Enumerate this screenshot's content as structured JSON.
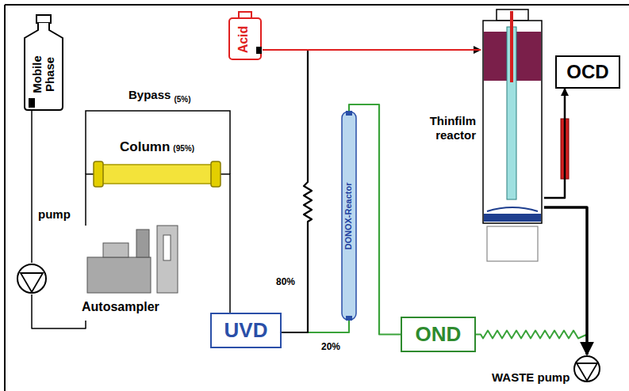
{
  "diagram": {
    "nodes": [
      {
        "text": [
          "Mobile Phase"
        ]
      },
      {
        "text": [
          "pump"
        ]
      },
      {
        "text": [
          "Autosampler"
        ]
      },
      {
        "text": [
          "Column",
          "(95%)"
        ]
      },
      {
        "text": [
          "UVD"
        ]
      },
      {
        "text": [
          "Acid"
        ]
      },
      {
        "text": [
          "DONOX-Reactor"
        ]
      },
      {
        "text": [
          "OND"
        ]
      },
      {
        "text": [
          "Thinfilm reactor"
        ]
      },
      {
        "text": [
          "OCD"
        ]
      },
      {
        "text": [
          "WASTE pump"
        ]
      }
    ],
    "edges": [
      {
        "from": 0,
        "to": 1,
        "arrow": "none"
      },
      {
        "from": 1,
        "to": 2,
        "arrow": "none"
      },
      {
        "from": 2,
        "to": 3,
        "arrow": "none"
      },
      {
        "from": 3,
        "to": 4,
        "arrow": "none"
      },
      {
        "from": 4,
        "to": 8,
        "arrow": "to",
        "label": "80%"
      },
      {
        "from": 5,
        "to": 8,
        "arrow": "none"
      },
      {
        "from": 4,
        "to": 6,
        "arrow": "none",
        "label": "20%"
      },
      {
        "from": 6,
        "to": 7,
        "arrow": "none"
      },
      {
        "from": 7,
        "to": 10,
        "arrow": "none"
      },
      {
        "from": 8,
        "to": 9,
        "arrow": "to"
      },
      {
        "from": 8,
        "to": 10,
        "arrow": "to"
      }
    ],
    "labels": [
      "Bypass",
      "(5%)"
    ]
  }
}
